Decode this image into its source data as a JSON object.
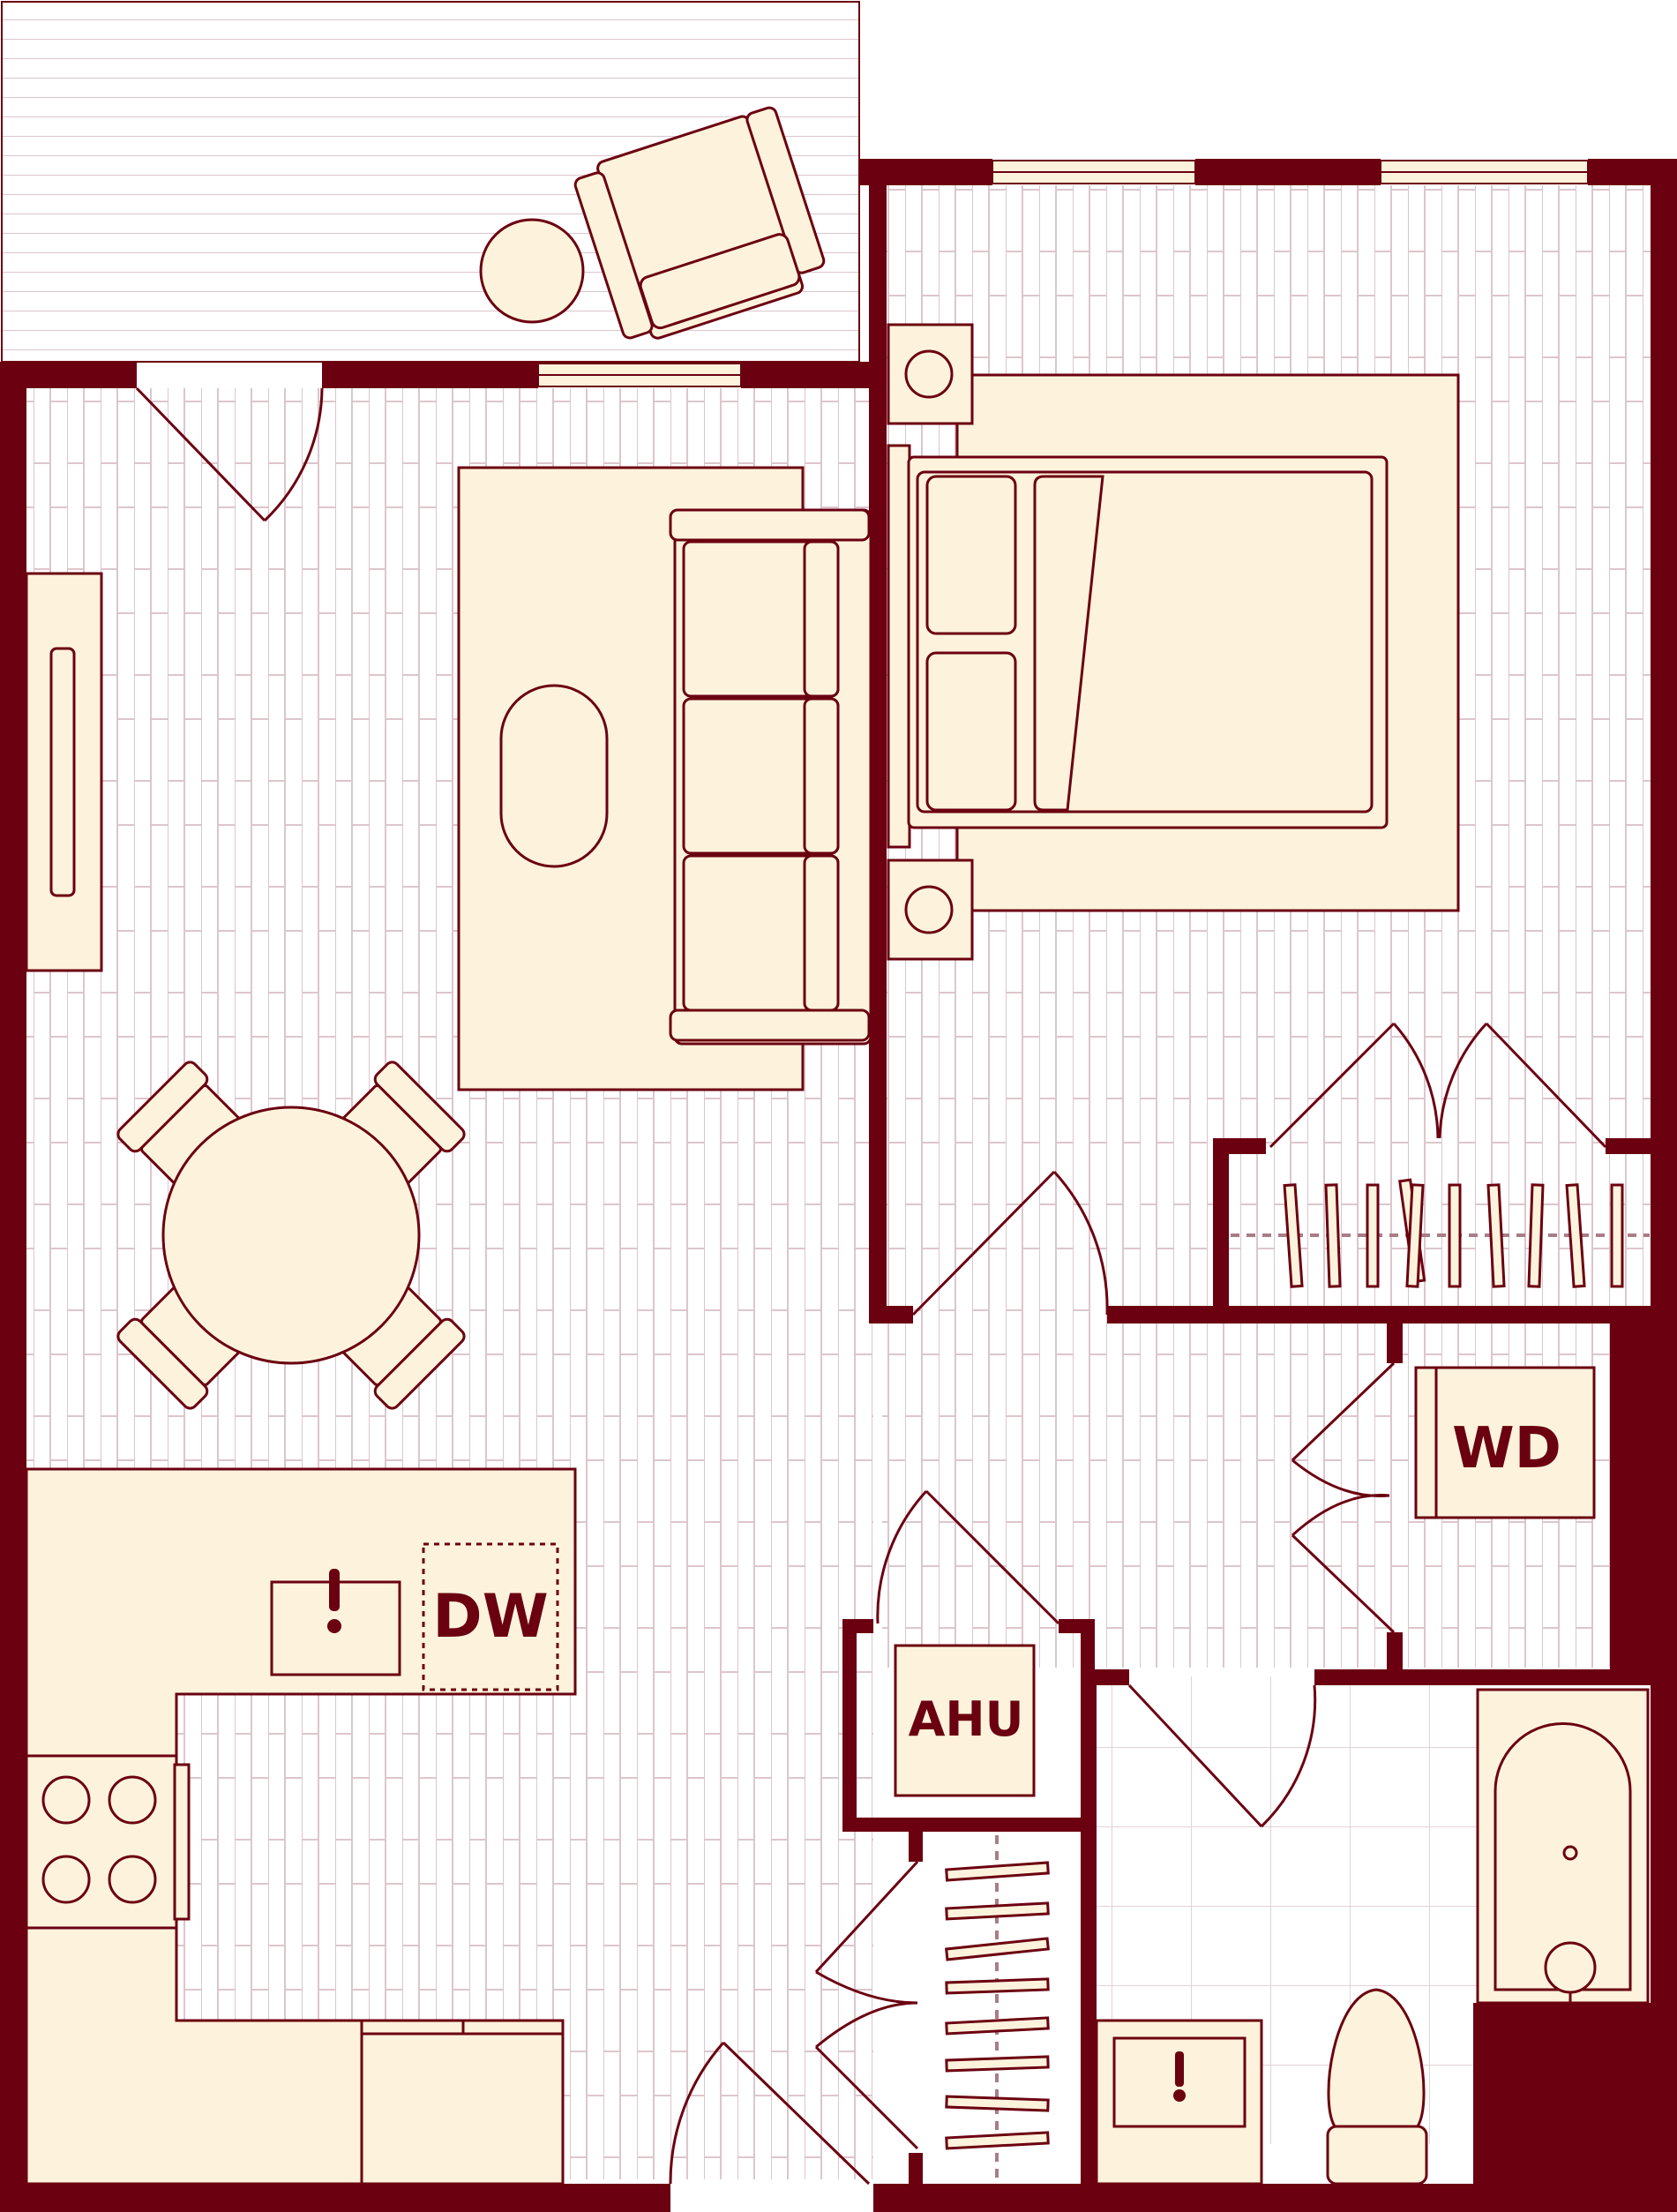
{
  "floor_plan": {
    "labels": {
      "dishwasher": "DW",
      "washer_dryer": "WD",
      "air_handler": "AHU"
    },
    "colors": {
      "wall": "#6b0010",
      "line": "#6b0010",
      "furniture_fill": "#fdf3dc",
      "floor_plank": "#dcc6cc",
      "background": "#ffffff"
    }
  }
}
